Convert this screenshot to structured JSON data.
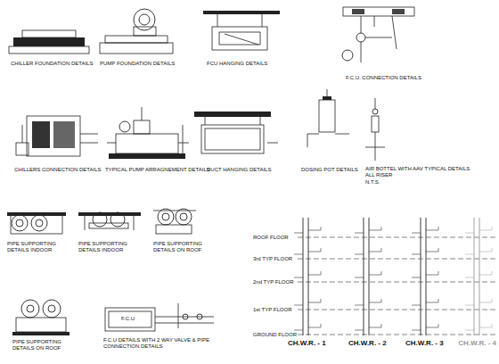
{
  "diagram": {
    "labels": [
      "CHILLER FOUNDATION DETAILS",
      "PUMP FOUNDATION DETAILS",
      "FCU HANGING DETAILS",
      "F.C.U. CONNECTION DETAILS",
      "CHILLERS CONNECTION DETAILS",
      "TYPICAL PUMP ARRAGNEMENT DETAILS",
      "DUCT HANGING DETAILS",
      "DOSING POT DETAILS",
      "AIR BOTTEL WITH AAV TYPICAL DETAILS ALL RISER",
      "N.T.S.",
      "PIPE SUPPORTING DETAILS INDOOR",
      "PIPE SUPPORTING DETAILS INDOOR",
      "PIPE SUPPORTING DETAILS ON ROOF",
      "PIPE SUPPORTING DETAILS ON ROOF",
      "F.C.U DETAILS WITH 2 WAY VALVE & PIPE CONNECTION DETAILS",
      "F.C.U",
      "ROOF FLOOR",
      "3rd TYP FLOOR",
      "2nd TYP FLOOR",
      "1st TYP FLOOR",
      "GROUND FLOOR",
      "CH.W.R. - 1",
      "CH.W.R. - 2",
      "CH.W.R. - 3",
      "CH.W.R. - 4"
    ]
  }
}
